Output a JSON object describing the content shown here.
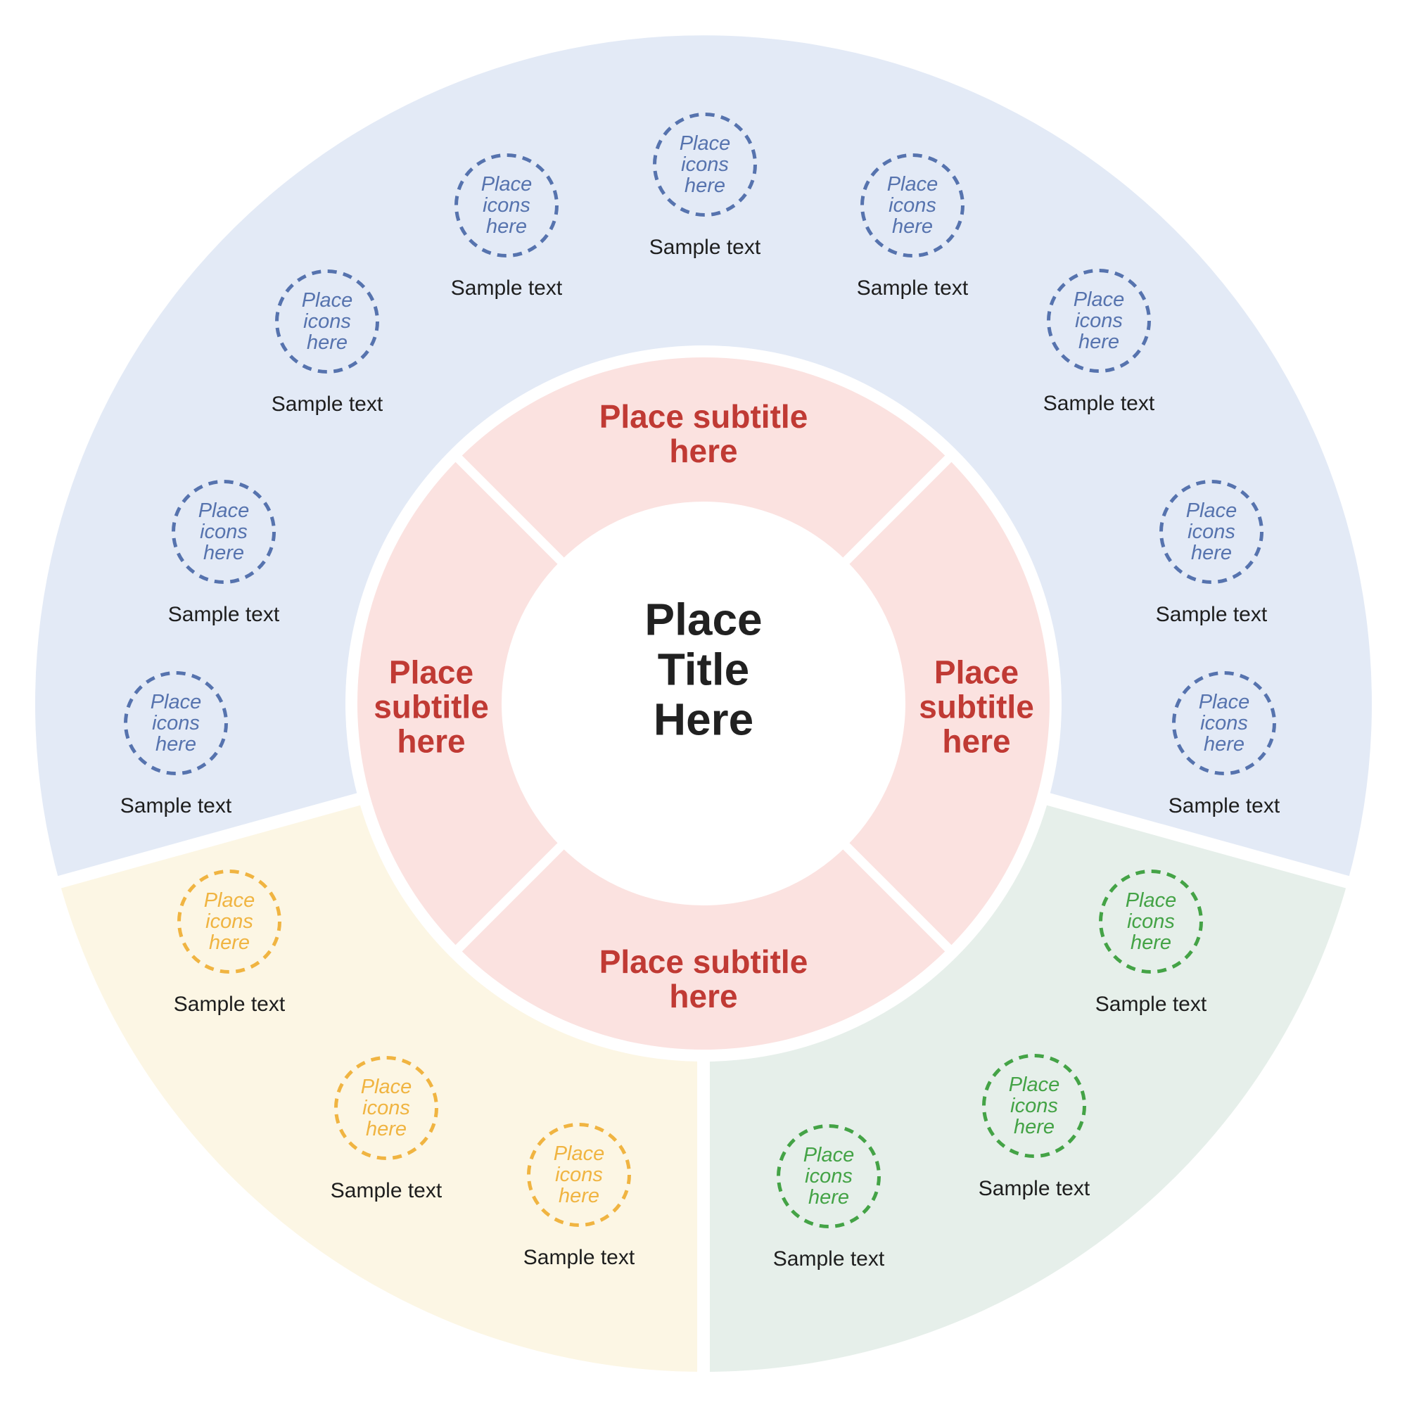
{
  "title": {
    "text": "Place Title Here",
    "color": "#212121"
  },
  "ring": {
    "bg": "#FBE2E0",
    "text_color": "#C03A34",
    "segments": [
      {
        "position": "top",
        "label": "Place subtitle here"
      },
      {
        "position": "right",
        "label": "Place subtitle here"
      },
      {
        "position": "bottom",
        "label": "Place subtitle here"
      },
      {
        "position": "left",
        "label": "Place subtitle here"
      }
    ]
  },
  "sectors": [
    {
      "name": "blue",
      "bg": "#E3EAF6",
      "accent": "#5673AE",
      "items": [
        {
          "icon_label": "Place icons here",
          "label": "Sample text"
        },
        {
          "icon_label": "Place icons here",
          "label": "Sample text"
        },
        {
          "icon_label": "Place icons here",
          "label": "Sample text"
        },
        {
          "icon_label": "Place icons here",
          "label": "Sample text"
        },
        {
          "icon_label": "Place icons here",
          "label": "Sample text"
        },
        {
          "icon_label": "Place icons here",
          "label": "Sample text"
        },
        {
          "icon_label": "Place icons here",
          "label": "Sample text"
        },
        {
          "icon_label": "Place icons here",
          "label": "Sample text"
        },
        {
          "icon_label": "Place icons here",
          "label": "Sample text"
        }
      ]
    },
    {
      "name": "yellow",
      "bg": "#FCF6E4",
      "accent": "#F0B441",
      "items": [
        {
          "icon_label": "Place icons here",
          "label": "Sample text"
        },
        {
          "icon_label": "Place icons here",
          "label": "Sample text"
        },
        {
          "icon_label": "Place icons here",
          "label": "Sample text"
        }
      ]
    },
    {
      "name": "green",
      "bg": "#E6EFEA",
      "accent": "#44A346",
      "items": [
        {
          "icon_label": "Place icons here",
          "label": "Sample text"
        },
        {
          "icon_label": "Place icons here",
          "label": "Sample text"
        },
        {
          "icon_label": "Place icons here",
          "label": "Sample text"
        }
      ]
    }
  ]
}
